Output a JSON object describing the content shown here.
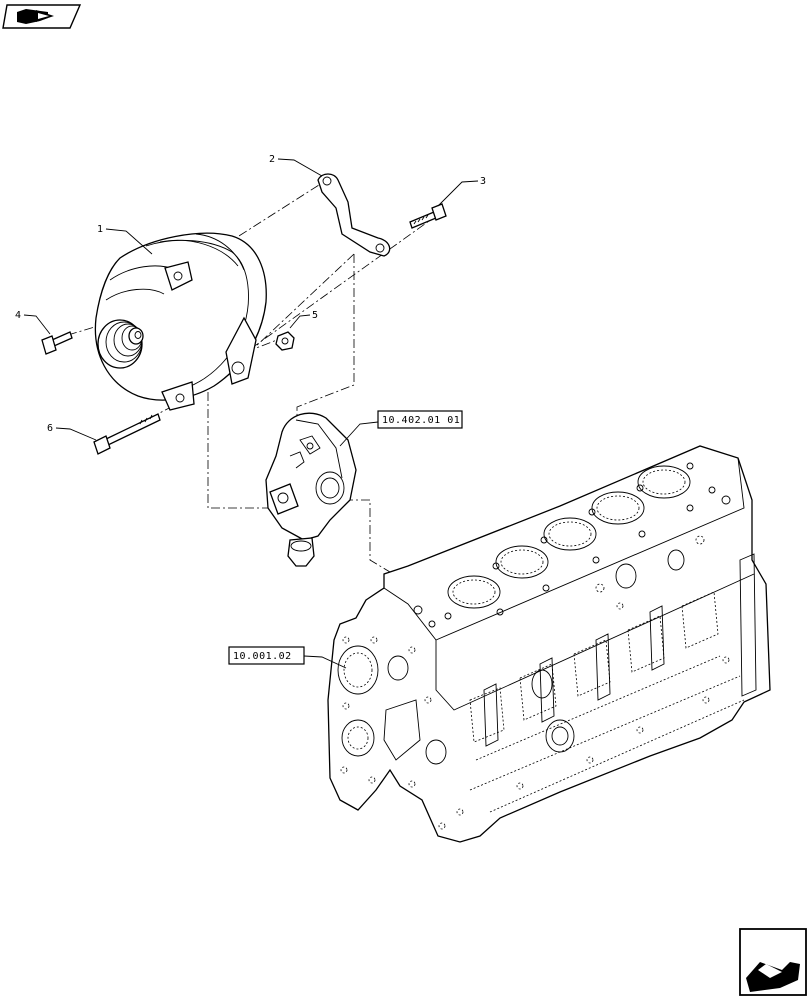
{
  "nav": {
    "top_icon": "book-arrow-icon",
    "bottom_icon": "arrow-next-page-icon"
  },
  "callouts": {
    "c1": "1",
    "c2": "2",
    "c3": "3",
    "c4": "4",
    "c5": "5",
    "c6": "6"
  },
  "references": {
    "upper": "10.402.01 01",
    "lower": "10.001.02"
  }
}
